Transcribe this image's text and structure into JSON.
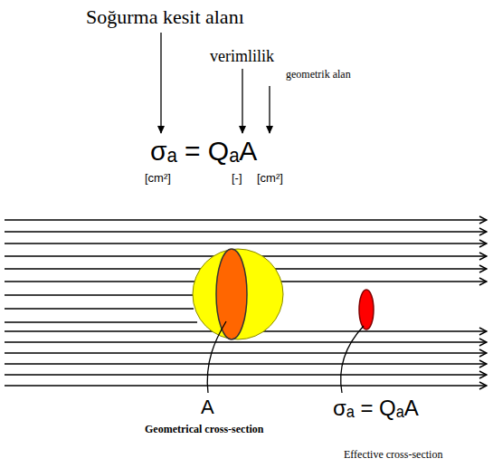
{
  "diagram": {
    "labels": [
      "Soğurma kesit alanı",
      "verimlilik",
      "geometrik alan",
      "σₐ = QₐA",
      "[cm²]",
      "[-]",
      "[cm²]",
      "A",
      "Geometrical cross-section",
      "σₐ = QₐA",
      "Effective cross-section"
    ]
  }
}
